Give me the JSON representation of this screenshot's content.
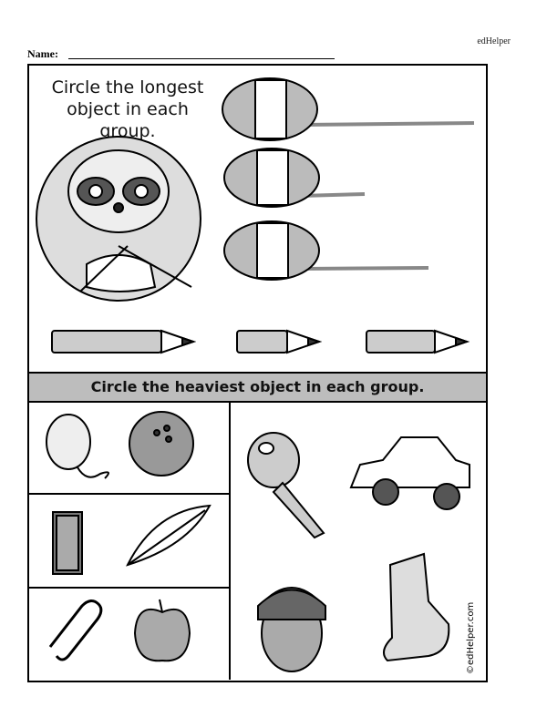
{
  "header": {
    "brand": "edHelper",
    "name_label": "Name:"
  },
  "section1": {
    "instruction": "Circle the longest object in each group."
  },
  "section2": {
    "instruction": "Circle the heaviest object in each group."
  },
  "footer": {
    "copyright": "©edHelper.com"
  }
}
